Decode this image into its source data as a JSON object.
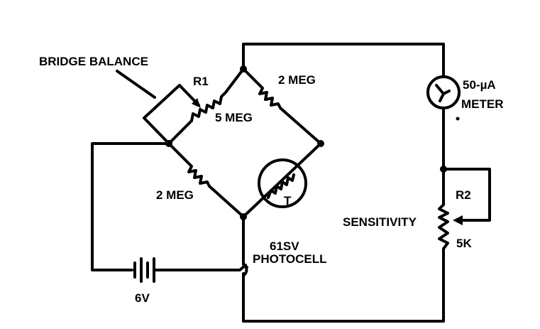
{
  "labels": {
    "bridge_balance": "BRIDGE BALANCE",
    "r1": "R1",
    "r1_value": "5 MEG",
    "r_top_right": "2 MEG",
    "r_bottom_left": "2 MEG",
    "photocell_model": "61SV",
    "photocell": "PHOTOCELL",
    "photocell_symbol": "T",
    "sensitivity": "SENSITIVITY",
    "r2": "R2",
    "r2_value": "5K",
    "meter_rating": "50-µA",
    "meter": "METER",
    "battery": "6V"
  }
}
